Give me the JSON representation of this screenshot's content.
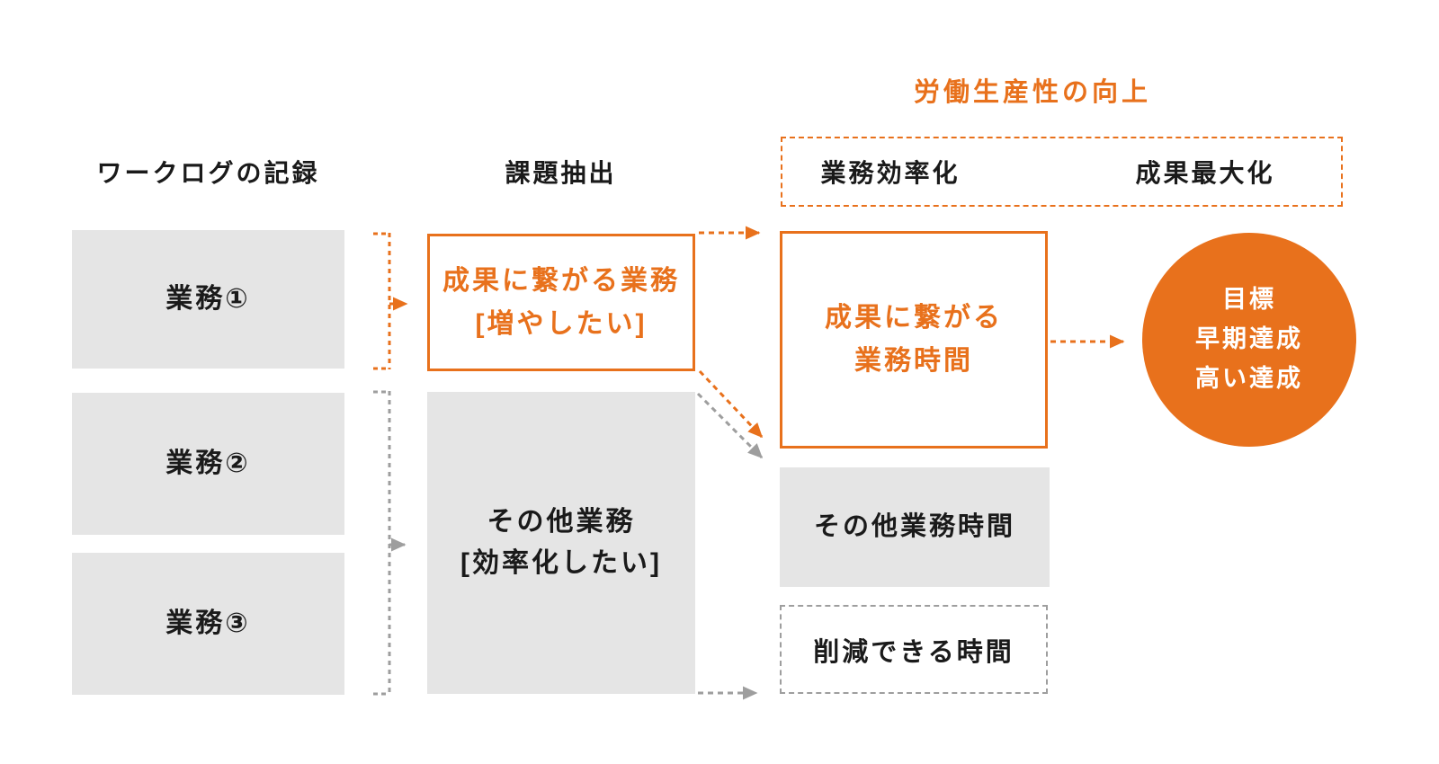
{
  "title": "労働生産性の向上",
  "colors": {
    "accent_orange": "#e8711c",
    "box_gray_fill": "#e5e5e5",
    "line_gray": "#9e9e9e",
    "text_black": "#1a1a1a"
  },
  "headers": {
    "worklog": "ワークログの記録",
    "issues": "課題抽出",
    "efficiency": "業務効率化",
    "maximize": "成果最大化"
  },
  "worklog_boxes": [
    "業務①",
    "業務②",
    "業務③"
  ],
  "outcome_task_box": {
    "line1": "成果に繋がる業務",
    "line2": "[増やしたい]"
  },
  "other_task_box": {
    "line1": "その他業務",
    "line2": "[効率化したい]"
  },
  "outcome_time_box": {
    "line1": "成果に繋がる",
    "line2": "業務時間"
  },
  "other_time_box": {
    "label": "その他業務時間"
  },
  "reducible_time_box": {
    "label": "削減できる時間"
  },
  "goal_circle": {
    "line1": "目標",
    "line2": "早期達成",
    "line3": "高い達成"
  }
}
